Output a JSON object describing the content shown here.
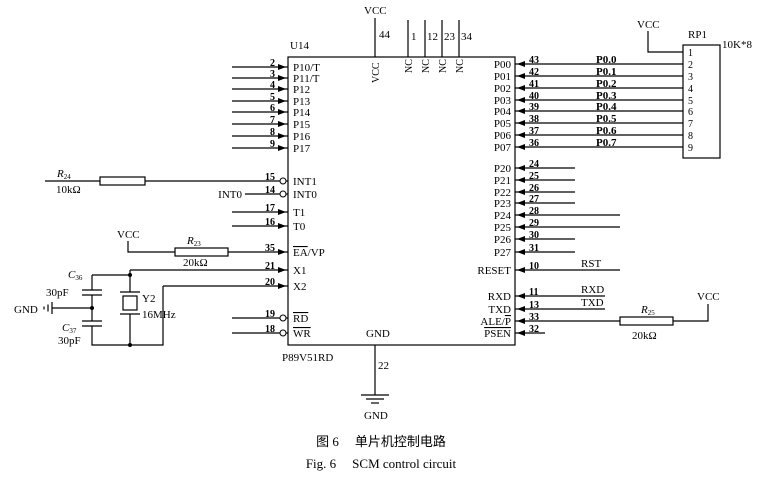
{
  "chip": {
    "ref": "U14",
    "part": "P89V51RD",
    "vcc_inner": "VCC",
    "gnd_inner": "GND",
    "nc_inner": [
      "NC",
      "NC",
      "NC",
      "NC"
    ]
  },
  "top": {
    "vcc_label": "VCC",
    "vcc_pin": "44",
    "nc_pins": [
      "1",
      "12",
      "23",
      "34"
    ]
  },
  "bottom": {
    "gnd_pin": "22",
    "gnd_label": "GND"
  },
  "left_pins": [
    {
      "num": "2",
      "name": "P10/T"
    },
    {
      "num": "3",
      "name": "P11/T"
    },
    {
      "num": "4",
      "name": "P12"
    },
    {
      "num": "5",
      "name": "P13"
    },
    {
      "num": "6",
      "name": "P14"
    },
    {
      "num": "7",
      "name": "P15"
    },
    {
      "num": "8",
      "name": "P16"
    },
    {
      "num": "9",
      "name": "P17"
    },
    {
      "num": "15",
      "name": "INT1",
      "active_low": true
    },
    {
      "num": "14",
      "name": "INT0",
      "active_low": true
    },
    {
      "num": "17",
      "name": "T1"
    },
    {
      "num": "16",
      "name": "T0"
    },
    {
      "num": "35",
      "parts": [
        {
          "text": "EA",
          "over": true
        },
        {
          "text": "/VP"
        }
      ]
    },
    {
      "num": "21",
      "name": "X1"
    },
    {
      "num": "20",
      "name": "X2"
    },
    {
      "num": "19",
      "parts": [
        {
          "text": "RD",
          "over": true
        }
      ],
      "active_low": true
    },
    {
      "num": "18",
      "parts": [
        {
          "text": "WR",
          "over": true
        }
      ],
      "active_low": true
    }
  ],
  "right_pins": [
    {
      "num": "43",
      "name": "P00",
      "net": "P0.0"
    },
    {
      "num": "42",
      "name": "P01",
      "net": "P0.1"
    },
    {
      "num": "41",
      "name": "P02",
      "net": "P0.2"
    },
    {
      "num": "40",
      "name": "P03",
      "net": "P0.3"
    },
    {
      "num": "39",
      "name": "P04",
      "net": "P0.4"
    },
    {
      "num": "38",
      "name": "P05",
      "net": "P0.5"
    },
    {
      "num": "37",
      "name": "P06",
      "net": "P0.6"
    },
    {
      "num": "36",
      "name": "P07",
      "net": "P0.7"
    },
    {
      "num": "24",
      "name": "P20"
    },
    {
      "num": "25",
      "name": "P21"
    },
    {
      "num": "26",
      "name": "P22"
    },
    {
      "num": "27",
      "name": "P23"
    },
    {
      "num": "28",
      "name": "P24"
    },
    {
      "num": "29",
      "name": "P25"
    },
    {
      "num": "30",
      "name": "P26"
    },
    {
      "num": "31",
      "name": "P27"
    },
    {
      "num": "10",
      "name": "RESET",
      "net": "RST"
    },
    {
      "num": "11",
      "name": "RXD",
      "net": "RXD"
    },
    {
      "num": "13",
      "name": "TXD",
      "net": "TXD"
    },
    {
      "num": "33",
      "parts": [
        {
          "text": "ALE/"
        },
        {
          "text": "P",
          "over": true
        }
      ]
    },
    {
      "num": "32",
      "parts": [
        {
          "text": "PSEN",
          "over": true
        }
      ]
    }
  ],
  "rp1": {
    "ref": "RP1",
    "value": "10K*8",
    "vcc_label": "VCC",
    "pins": [
      "1",
      "2",
      "3",
      "4",
      "5",
      "6",
      "7",
      "8",
      "9"
    ]
  },
  "r24": {
    "letter": "R",
    "sub": "24",
    "value": "10kΩ"
  },
  "int0_net": "INT0",
  "r23": {
    "letter": "R",
    "sub": "23",
    "value": "20kΩ",
    "vcc_label": "VCC"
  },
  "r25": {
    "letter": "R",
    "sub": "25",
    "value": "20kΩ",
    "vcc_label": "VCC"
  },
  "oscillator": {
    "crystal_ref": "Y2",
    "crystal_freq": "16MHz",
    "c36": {
      "letter": "C",
      "sub": "36",
      "value": "30pF"
    },
    "c37": {
      "letter": "C",
      "sub": "37",
      "value": "30pF"
    },
    "gnd_label": "GND"
  },
  "caption": {
    "cn_number": "图 6",
    "cn_title": "单片机控制电路",
    "en_number": "Fig. 6",
    "en_title": "SCM control circuit"
  }
}
